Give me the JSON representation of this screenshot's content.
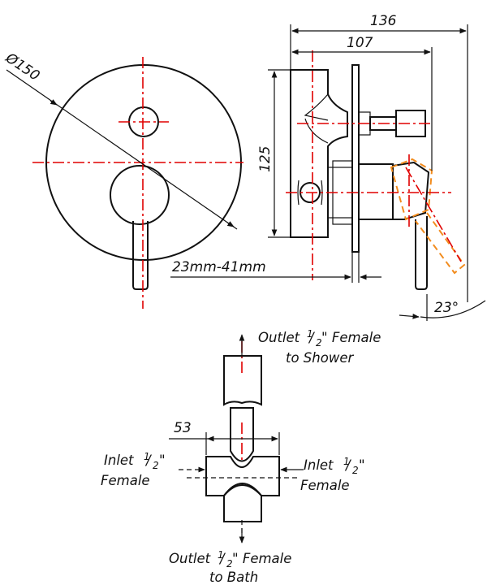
{
  "front_view": {
    "diameter_label": "Ø150",
    "depth_range_label": "23mm-41mm"
  },
  "side_view": {
    "overall_depth": "136",
    "body_depth": "107",
    "body_height": "125",
    "handle_angle": "23°"
  },
  "diverter_detail": {
    "width_label": "53",
    "outlet_top": {
      "prefix": "Outlet",
      "num": "1",
      "den": "2",
      "suffix": "\" Female",
      "line2": "to Shower"
    },
    "inlet_left": {
      "prefix": "Inlet",
      "num": "1",
      "den": "2",
      "suffix": "\"",
      "line2": "Female"
    },
    "inlet_right": {
      "prefix": "Inlet",
      "num": "1",
      "den": "2",
      "suffix": "\"",
      "line2": "Female"
    },
    "outlet_bottom": {
      "prefix": "Outlet",
      "num": "1",
      "den": "2",
      "suffix": "\" Female",
      "line2": "to Bath"
    }
  },
  "colors": {
    "outline": "#111111",
    "centerline": "#e00000",
    "rotation_outline": "#f28c1e"
  }
}
